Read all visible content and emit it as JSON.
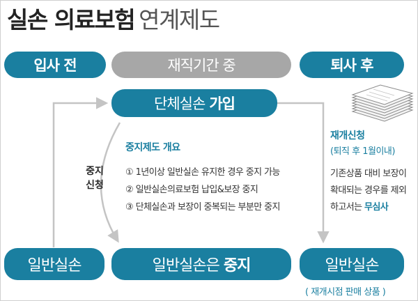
{
  "title": {
    "bold": "실손 의료보험",
    "light": "연계제도"
  },
  "top_row": {
    "before": "입사 전",
    "during": "재직기간 중",
    "after": "퇴사 후"
  },
  "group_join": {
    "prefix": "단체실손",
    "bold": "가입"
  },
  "suspend_request": {
    "line1": "중지",
    "line2": "신청"
  },
  "overview": {
    "title": "중지제도 개요",
    "items": [
      "① 1년이상 일반실손 유지한 경우 중지 가능",
      "② 일반실손의료보험 납입&보장 중지",
      "③ 단체실손과 보장이 중복되는 부분만 중지"
    ]
  },
  "application": {
    "title": "재개신청",
    "subtitle": "(퇴직 후 1월이내)",
    "lines": [
      "기존상품 대비 보장이",
      "확대되는 경우를 제외",
      "하고서는"
    ],
    "highlight": "무심사"
  },
  "bottom_row": {
    "left": "일반실손",
    "center_prefix": "일반실손은",
    "center_bold": "중지",
    "right": "일반실손"
  },
  "resume_note": "( 재개시점 판매 상품 )",
  "colors": {
    "accent": "#1a7fa0",
    "grey": "#a7a7a7",
    "arrow": "#c4c4c4"
  },
  "icons": {
    "documents": "document-stack-icon"
  }
}
